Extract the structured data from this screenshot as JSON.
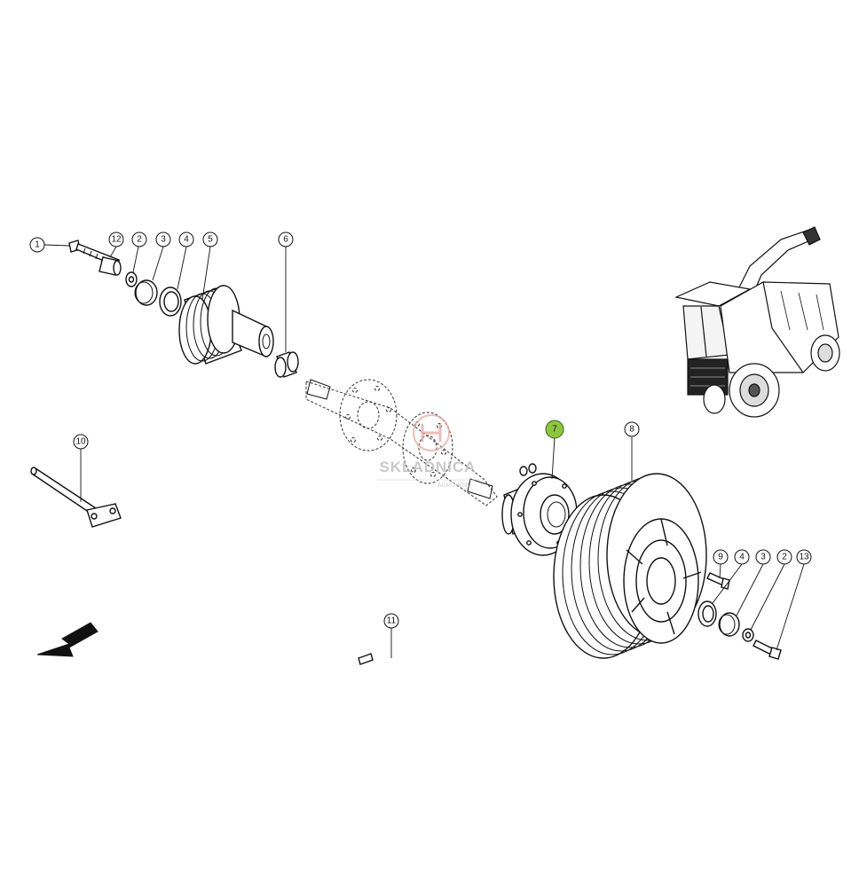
{
  "diagram": {
    "callouts": [
      {
        "id": "c1",
        "label": "1"
      },
      {
        "id": "c12a",
        "label": "12"
      },
      {
        "id": "c2a",
        "label": "2"
      },
      {
        "id": "c3a",
        "label": "3"
      },
      {
        "id": "c4a",
        "label": "4"
      },
      {
        "id": "c5",
        "label": "5"
      },
      {
        "id": "c6",
        "label": "6"
      },
      {
        "id": "c10",
        "label": "10"
      },
      {
        "id": "c7",
        "label": "7",
        "highlight": "#8cc63f"
      },
      {
        "id": "c8",
        "label": "8"
      },
      {
        "id": "c9",
        "label": "9"
      },
      {
        "id": "c4b",
        "label": "4"
      },
      {
        "id": "c3b",
        "label": "3"
      },
      {
        "id": "c2b",
        "label": "2"
      },
      {
        "id": "c13",
        "label": "13"
      },
      {
        "id": "c11",
        "label": "11"
      }
    ],
    "watermark": {
      "name": "SKLADNICA",
      "sub": "AGROWSKI"
    }
  }
}
